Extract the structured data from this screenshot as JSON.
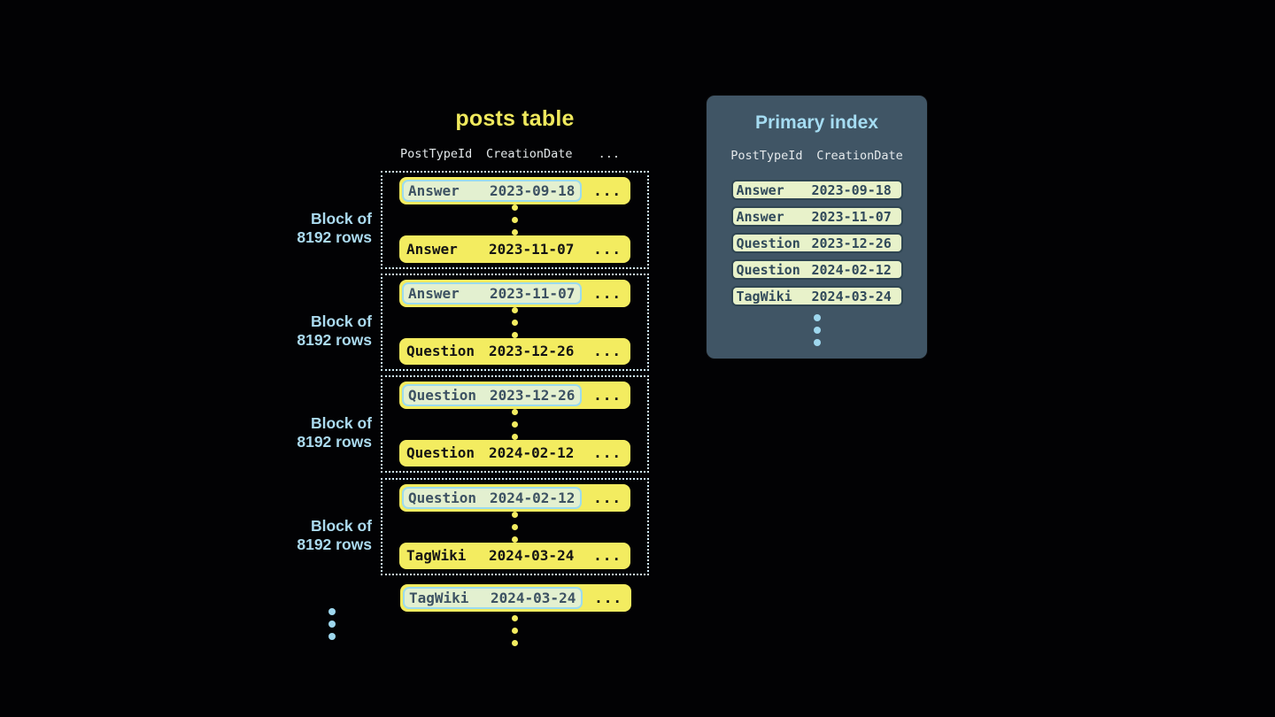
{
  "colors": {
    "background": "#020204",
    "row_yellow": "#f3ec60",
    "panel_slate": "#405565",
    "accent_light_blue": "#9ed7ee",
    "highlight_green": "#e3f0d0",
    "highlight_border_cyan": "#9bdbee",
    "index_row_green": "#e8f2ca",
    "index_row_border": "#2f4552",
    "dotted_border": "#cde8f4",
    "title_yellow": "#f0e95d"
  },
  "posts_table": {
    "title": "posts table",
    "header": {
      "col1": "PostTypeId",
      "col2": "CreationDate",
      "more": "..."
    },
    "block_label": {
      "line1": "Block of",
      "line2": "8192 rows"
    },
    "blocks": [
      {
        "first": {
          "type": "Answer",
          "date": "2023-09-18",
          "more": "..."
        },
        "last": {
          "type": "Answer",
          "date": "2023-11-07",
          "more": "..."
        }
      },
      {
        "first": {
          "type": "Answer",
          "date": "2023-11-07",
          "more": "..."
        },
        "last": {
          "type": "Question",
          "date": "2023-12-26",
          "more": "..."
        }
      },
      {
        "first": {
          "type": "Question",
          "date": "2023-12-26",
          "more": "..."
        },
        "last": {
          "type": "Question",
          "date": "2024-02-12",
          "more": "..."
        }
      },
      {
        "first": {
          "type": "Question",
          "date": "2024-02-12",
          "more": "..."
        },
        "last": {
          "type": "TagWiki",
          "date": "2024-03-24",
          "more": "..."
        }
      }
    ],
    "overflow_row": {
      "type": "TagWiki",
      "date": "2024-03-24",
      "more": "..."
    }
  },
  "primary_index": {
    "title": "Primary index",
    "header": {
      "col1": "PostTypeId",
      "col2": "CreationDate"
    },
    "rows": [
      {
        "type": "Answer",
        "date": "2023-09-18"
      },
      {
        "type": "Answer",
        "date": "2023-11-07"
      },
      {
        "type": "Question",
        "date": "2023-12-26"
      },
      {
        "type": "Question",
        "date": "2024-02-12"
      },
      {
        "type": "TagWiki",
        "date": "2024-03-24"
      }
    ]
  }
}
